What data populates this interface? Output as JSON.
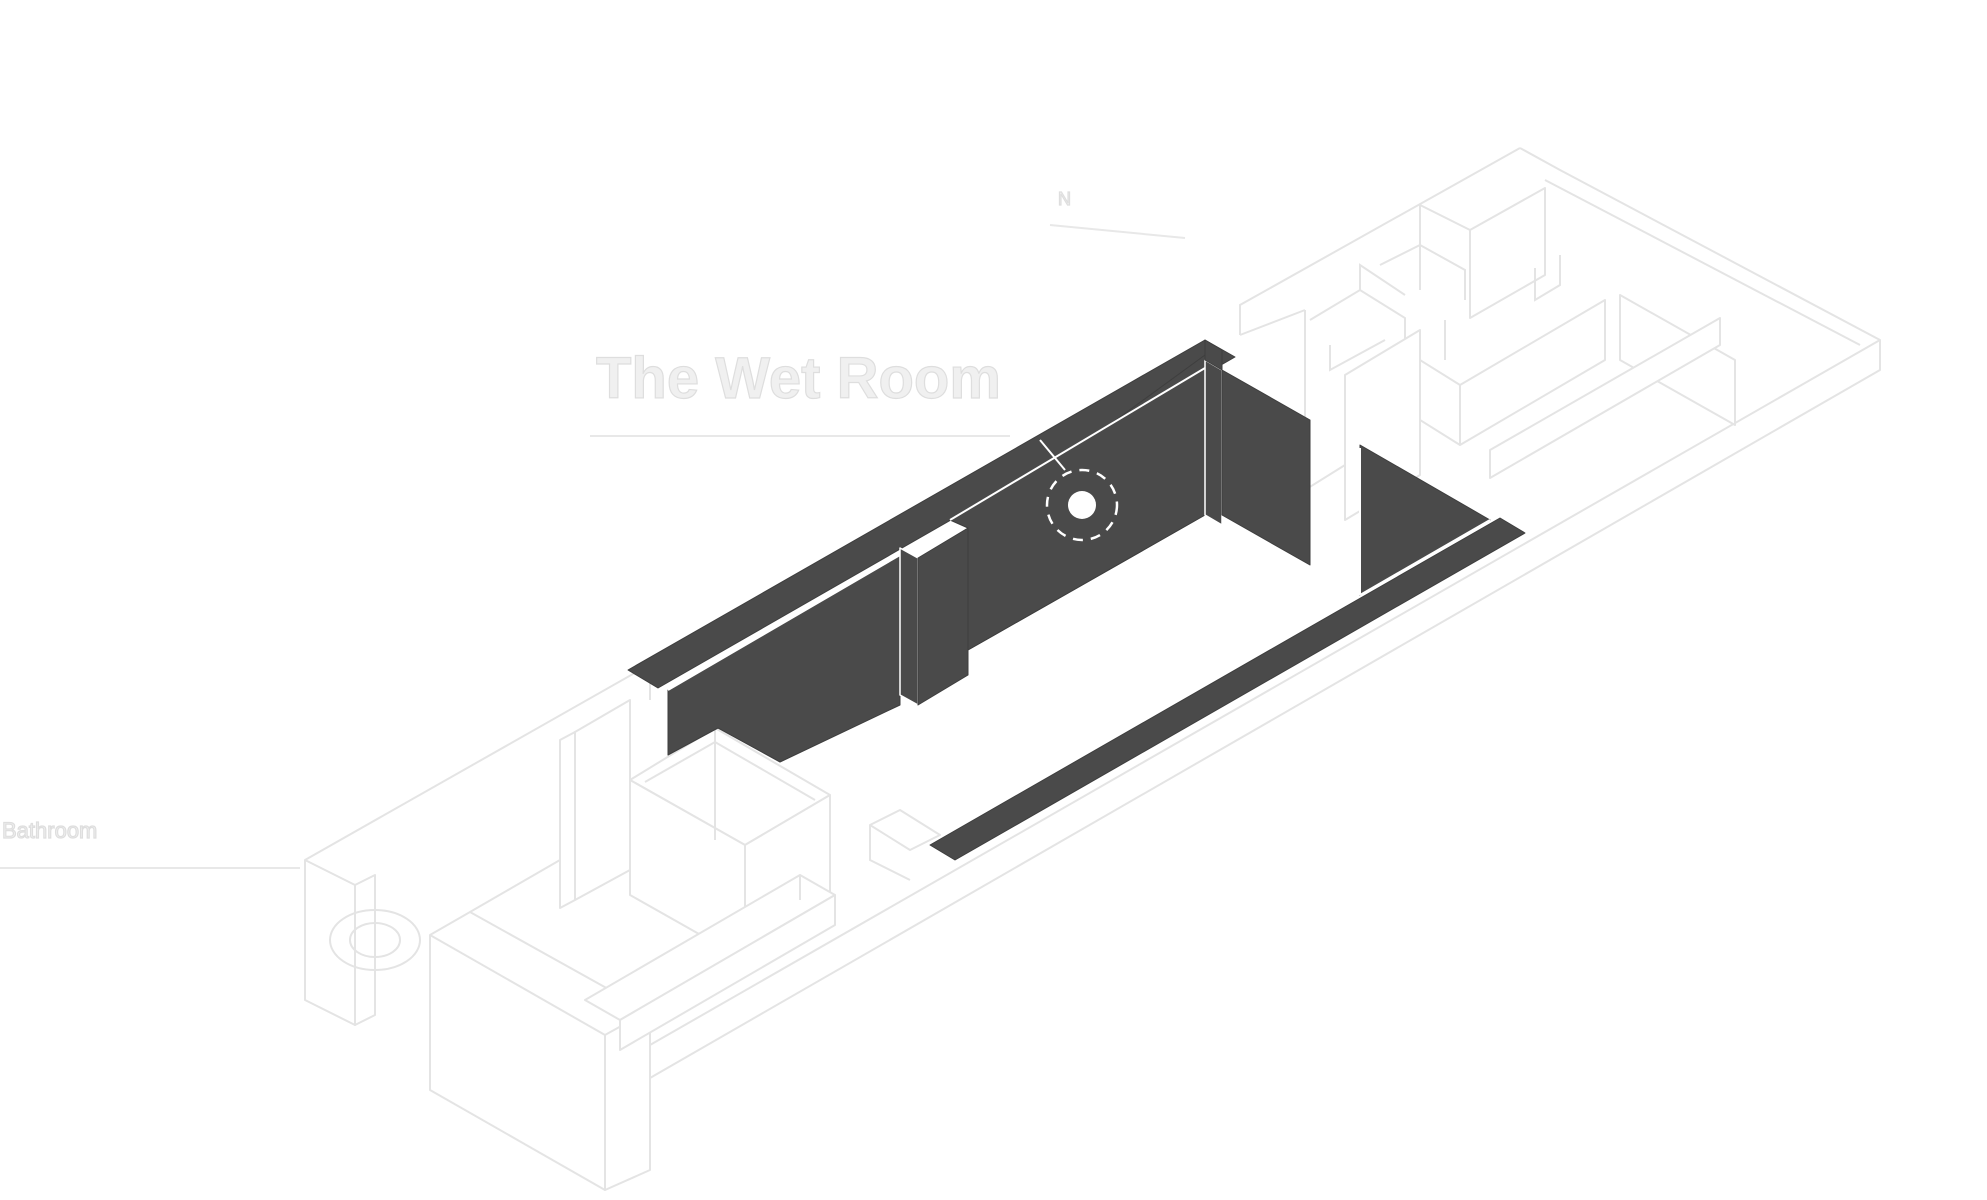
{
  "diagram": {
    "title_label": "The Wet Room",
    "side_label": "Bathroom",
    "compass_label": "N",
    "colors": {
      "highlight": "#4a4a4a",
      "context_lines": "#e4e4e4",
      "background": "#ffffff"
    }
  }
}
